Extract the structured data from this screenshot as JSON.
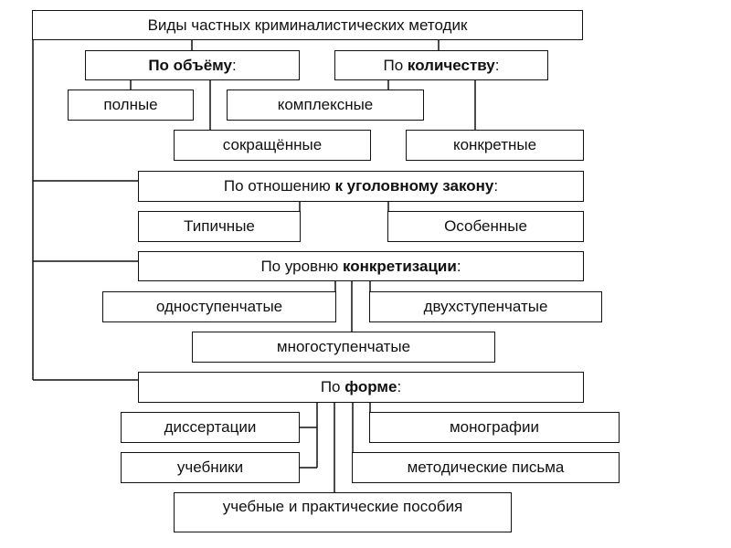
{
  "title": "Виды частных криминалистических методик",
  "groups": {
    "volume": {
      "prefix": "",
      "bold": "По объёму",
      "suffix": ":"
    },
    "quantity": {
      "prefix": "По ",
      "bold": "количеству",
      "suffix": ":"
    },
    "law": {
      "prefix": "По отношению ",
      "bold": "к уголовному закону",
      "suffix": ":"
    },
    "level": {
      "prefix": "По уровню ",
      "bold": "конкретизации",
      "suffix": ":"
    },
    "form": {
      "prefix": "По ",
      "bold": "форме",
      "suffix": ":"
    }
  },
  "items": {
    "full": "полные",
    "complex": "комплексные",
    "abridged": "сокращённые",
    "concrete": "конкретные",
    "typical": "Типичные",
    "special": "Особенные",
    "one_stage": "одноступенчатые",
    "two_stage": "двухступенчатые",
    "multi_stage": "многоступенчатые",
    "dissertations": "диссертации",
    "monographs": "монографии",
    "textbooks": "учебники",
    "method_letters": "методические письма",
    "manuals": "учебные и практические пособия"
  }
}
